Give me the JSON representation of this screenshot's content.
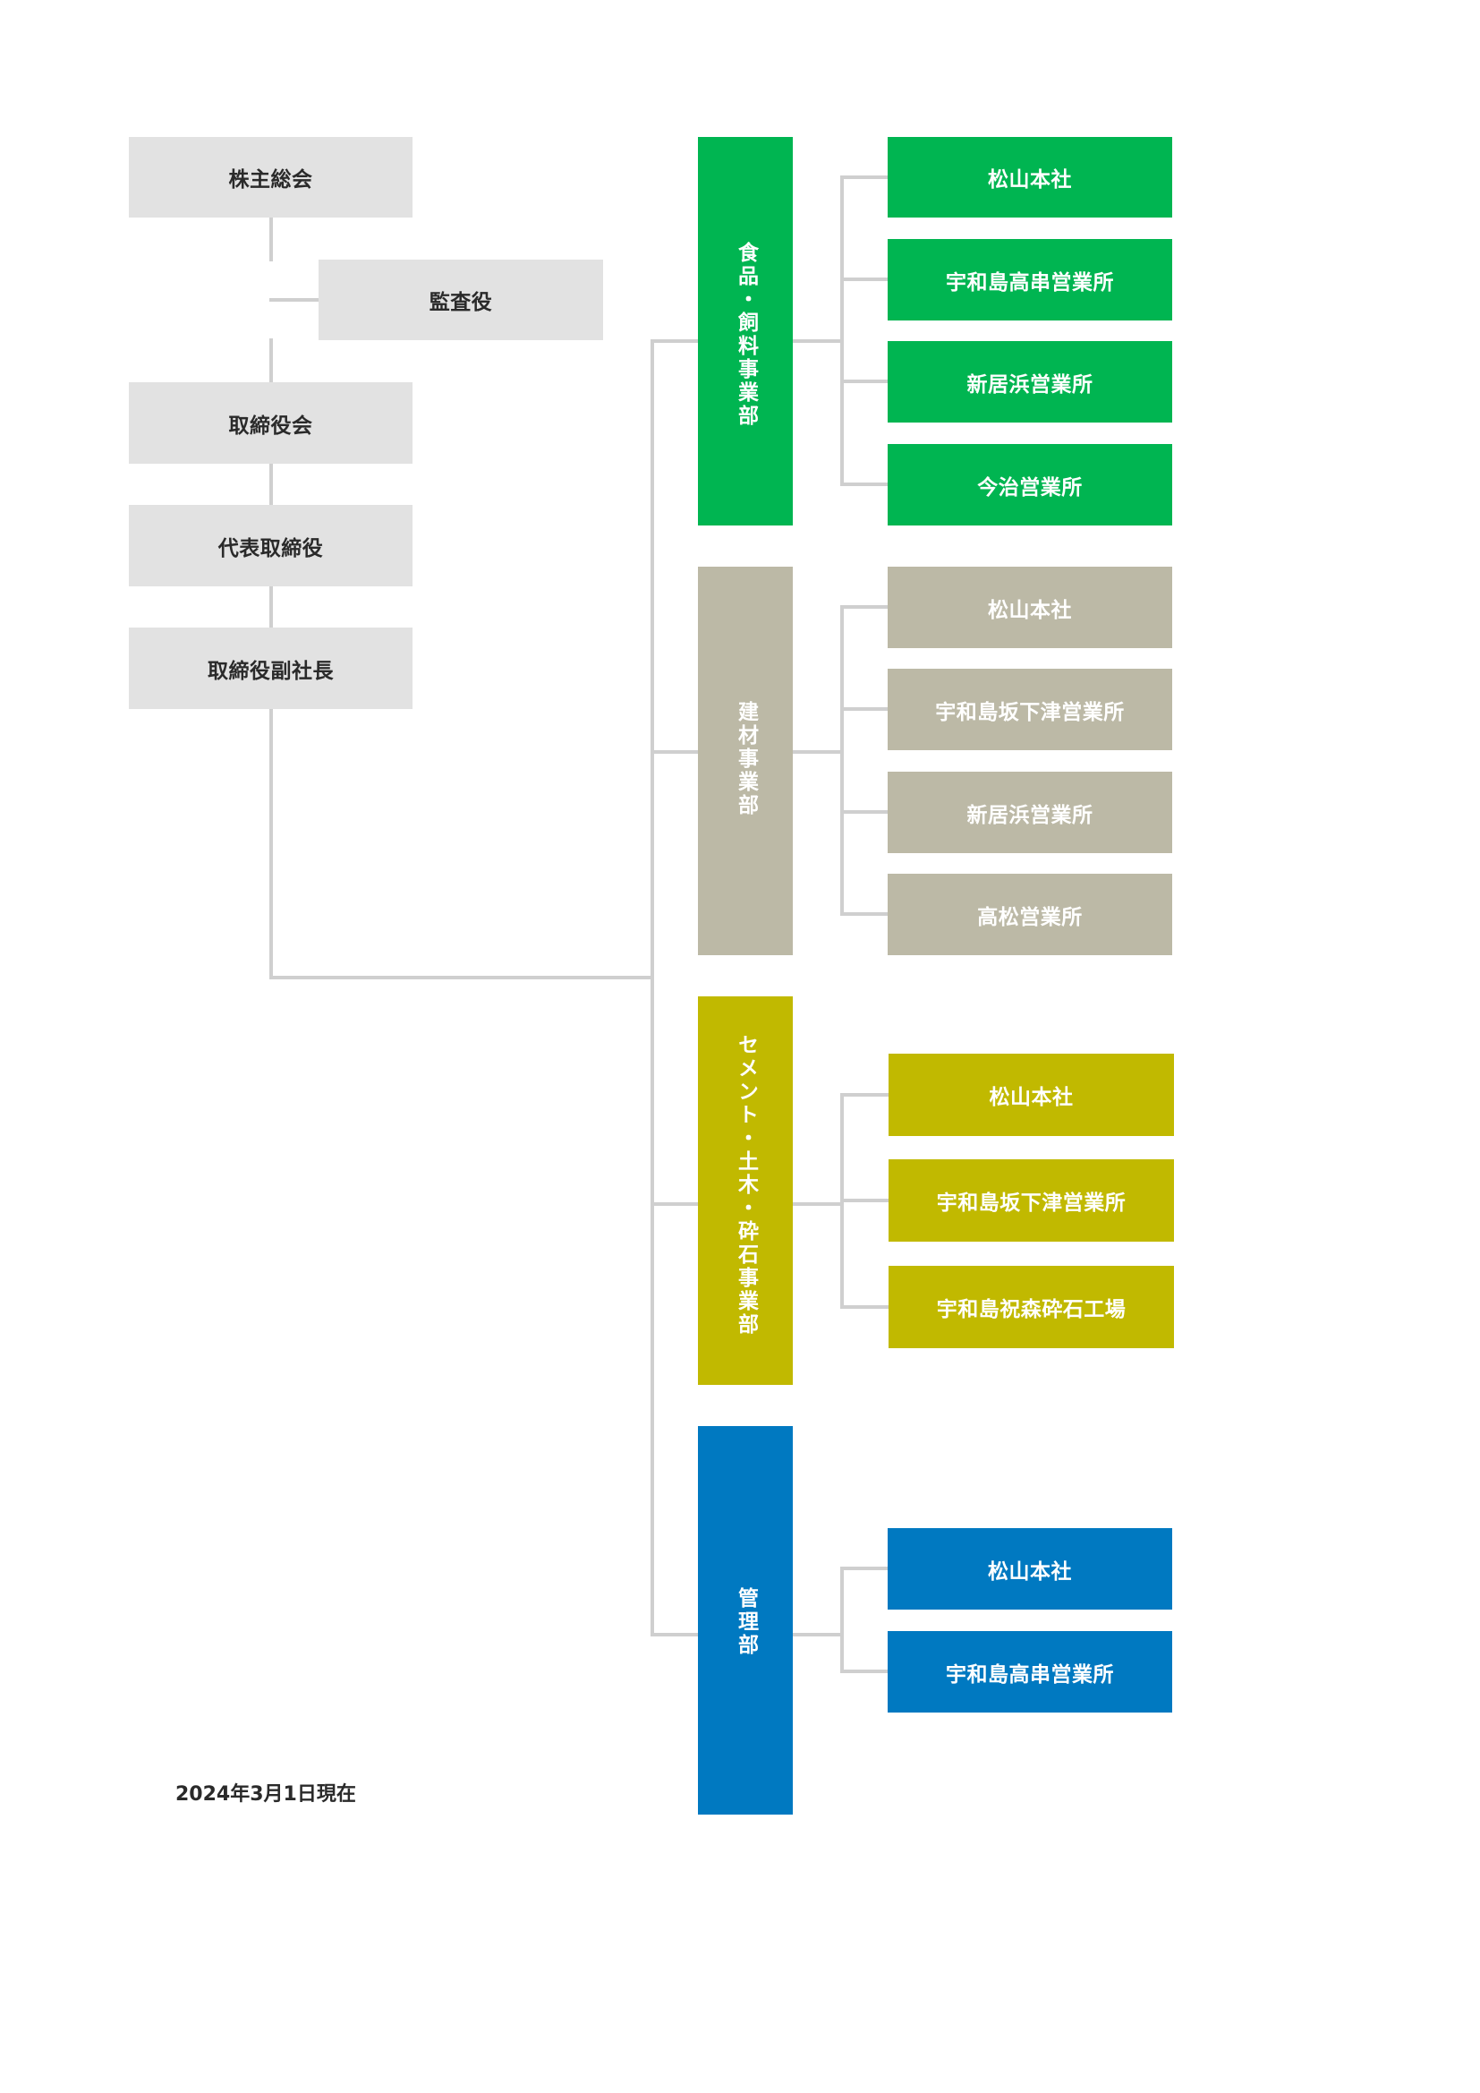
{
  "colors": {
    "connector": "#cfcfcf",
    "corporate": "#e2e2e2",
    "food": "#00b551",
    "building": "#bcb9a6",
    "cement": "#c1b900",
    "admin": "#0079c1"
  },
  "corporate": {
    "shareholders": "株主総会",
    "auditor": "監査役",
    "board": "取締役会",
    "representative": "代表取締役",
    "vice_president": "取締役副社長"
  },
  "departments": [
    {
      "name": "食品・飼料事業部",
      "color_key": "food",
      "branches": [
        "松山本社",
        "宇和島高串営業所",
        "新居浜営業所",
        "今治営業所"
      ]
    },
    {
      "name": "建材事業部",
      "color_key": "building",
      "branches": [
        "松山本社",
        "宇和島坂下津営業所",
        "新居浜営業所",
        "高松営業所"
      ]
    },
    {
      "name": "セメント・土木・砕石事業部",
      "color_key": "cement",
      "branches": [
        "松山本社",
        "宇和島坂下津営業所",
        "宇和島祝森砕石工場"
      ]
    },
    {
      "name": "管理部",
      "color_key": "admin",
      "branches": [
        "松山本社",
        "宇和島高串営業所"
      ]
    }
  ],
  "footer": "2024年3月1日現在"
}
